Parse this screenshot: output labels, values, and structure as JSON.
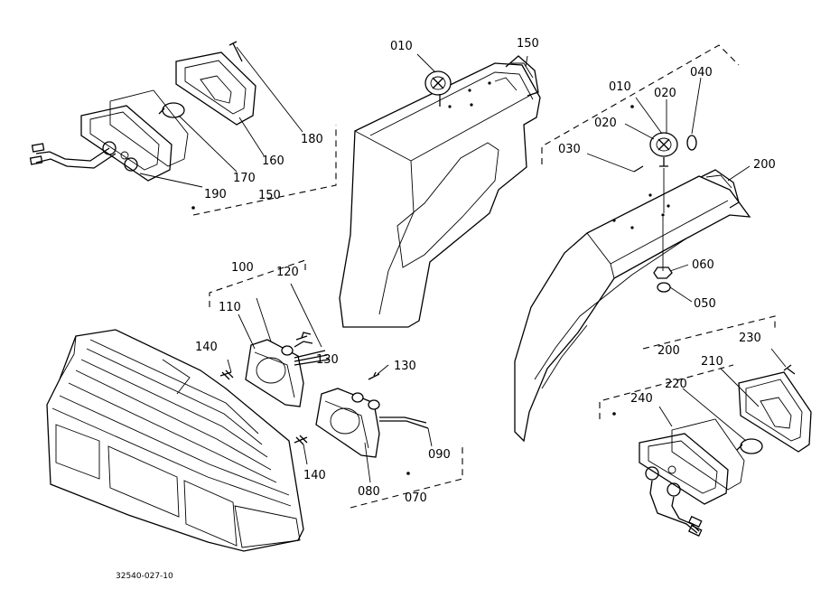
{
  "drawing_code": "32540-027-10",
  "labels": {
    "l010a": "010",
    "l150a": "150",
    "l010b": "010",
    "l020a": "020",
    "l040": "040",
    "l020b": "020",
    "l030": "030",
    "l200a": "200",
    "l060": "060",
    "l050": "050",
    "l180": "180",
    "l160": "160",
    "l170": "170",
    "l190": "190",
    "l150b": "150",
    "l100": "100",
    "l120": "120",
    "l110": "110",
    "l130a": "130",
    "l140a": "140",
    "l130b": "130",
    "l140b": "140",
    "l090": "090",
    "l080": "080",
    "l070": "070",
    "l200b": "200",
    "l230": "230",
    "l210": "210",
    "l220": "220",
    "l240": "240"
  }
}
